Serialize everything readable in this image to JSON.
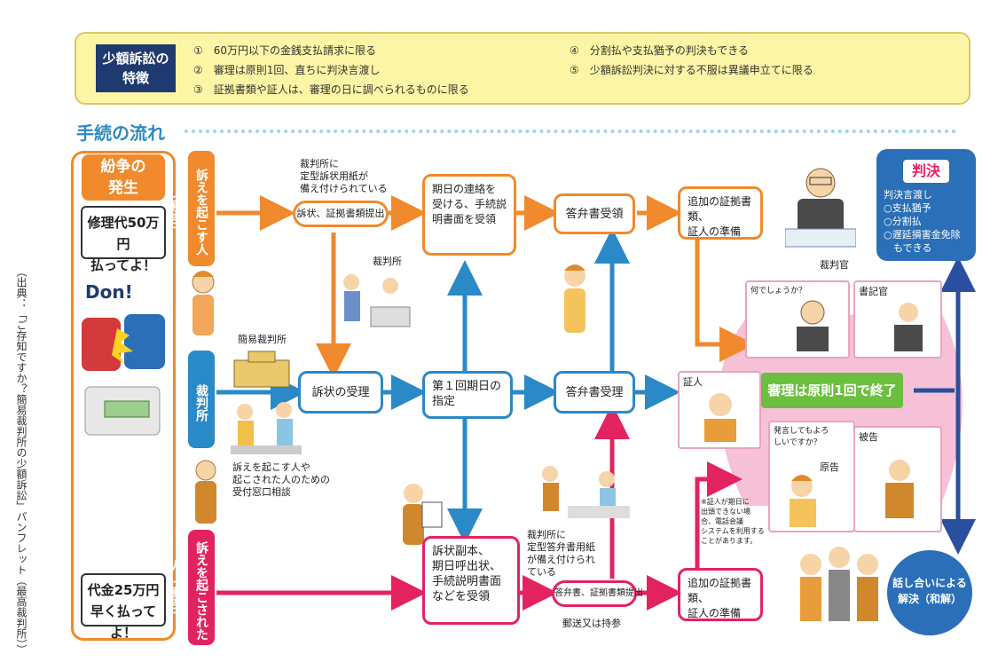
{
  "source_note": "（出典：「ご存知ですか？簡易裁判所の少額訴訟」パンフレット（最高裁判所））",
  "features": {
    "label": "少額訴訟の\n特徴",
    "items": [
      "①　60万円以下の金銭支払請求に限る",
      "②　審理は原則1回、直ちに判決言渡し",
      "③　証拠書類や証人は、審理の日に調べられるものに限る",
      "④　分割払や支払猶予の判決もできる",
      "⑤　少額訴訟判決に対する不服は異議申立てに限る"
    ]
  },
  "flow_title": "手続の流れ",
  "dispute": {
    "title": "紛争の\n発生",
    "speech1": "修理代50万円\n払ってよ！",
    "speech2": "代金25万円\n早く払ってよ！",
    "dont": "Don!"
  },
  "parties": {
    "plaintiff": "訴えを起こす人（原告）",
    "court": "裁判所",
    "defendant": "訴えを起こされた人（被告）"
  },
  "notes": {
    "court_forms": "裁判所に\n定型訴状用紙が\n備え付けられている",
    "court_person": "裁判所",
    "summary_court": "簡易裁判所",
    "consult": "訴えを起こす人や\n起こされた人のための\n受付窓口相談",
    "answer_forms": "裁判所に\n定型答弁書用紙\nが備え付けられ\nている",
    "mail": "郵送又は持参",
    "judge": "裁判官",
    "clerk": "書記官",
    "witness": "証人",
    "plaintiff": "原告",
    "defendant": "被告",
    "witness_note": "※証人が期日に\n出頭できない場\n合、電話会議\nシステムを利用する\nことがあります。",
    "bubble_judge": "何でしょうか？",
    "bubble_plaintiff": "発言してもよろしいですか？"
  },
  "steps": {
    "file": "訴状、証拠書類提出",
    "notice": "期日の連絡を\n受ける、手続説\n明書面を受領",
    "answer_receive": "答弁書受領",
    "extra_plaintiff": "追加の証拠書類、\n証人の準備",
    "accept": "訴状の受理",
    "first_date": "第１回期日の\n指定",
    "answer_accept": "答弁書受理",
    "copy_receive": "訴状副本、\n期日呼出状、\n手続説明書面\nなどを受領",
    "answer_submit": "答弁書、証拠書類提出",
    "extra_defendant": "追加の証拠書類、\n証人の準備"
  },
  "hearing": "審理は原則1回で終了",
  "verdict": {
    "title": "判決",
    "body": "判決言渡し\n○支払猶予\n○分割払\n○遅延損害金免除\n　もできる"
  },
  "settlement": "話し合いによる\n解決（和解）",
  "colors": {
    "orange": "#f08a2c",
    "blue": "#2a89c7",
    "pink": "#e3235f",
    "green": "#6cbf3f",
    "navy": "#1f3a6e",
    "yellow": "#fdf5a6"
  }
}
